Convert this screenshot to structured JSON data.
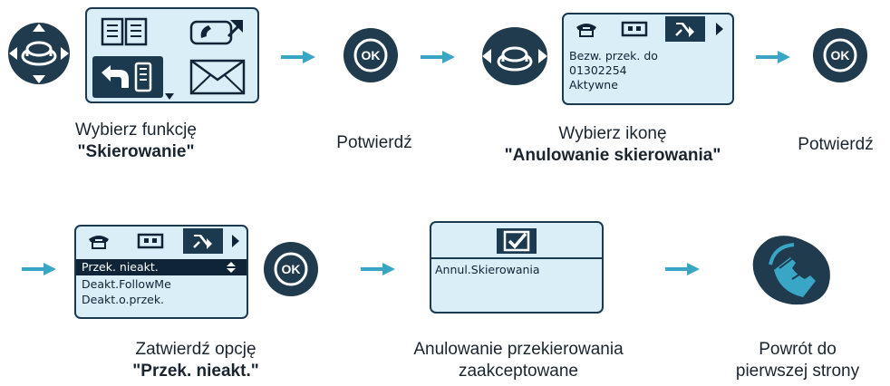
{
  "colors": {
    "lcd_bg": "#d9eef6",
    "lcd_border": "#1b3a4f",
    "key_dark": "#1f3b4d",
    "arrow": "#3aa6c6"
  },
  "icons": {
    "nav_key": "navigation-key-icon",
    "ok_key": "ok-key-icon",
    "hangup_key": "hangup-key-icon",
    "menu_directory": "directory-icon",
    "menu_calls": "calls-icon",
    "menu_forward": "forward-icon",
    "menu_message": "envelope-icon",
    "tab_phone": "phone-icon",
    "tab_voicemail": "voicemail-icon",
    "tab_forward": "forward-icon",
    "tab_more": "right-arrow-icon",
    "confirm": "checkmark-icon"
  },
  "step1": {
    "caption_line1": "Wybierz funkcję",
    "caption_bold": "\"Skierowanie\""
  },
  "step2": {
    "caption": "Potwierdź",
    "ok_label": "OK"
  },
  "step3": {
    "screen_lines": [
      "Bezw. przek. do",
      "01302254",
      "Aktywne"
    ],
    "caption_line1": "Wybierz ikonę",
    "caption_bold": "\"Anulowanie skierowania\""
  },
  "step4": {
    "caption": "Potwierdź",
    "ok_label": "OK"
  },
  "step5": {
    "selected_option": "Przek. nieakt.",
    "options": [
      "Deakt.FollowMe",
      "Deakt.o.przek."
    ],
    "caption_line1": "Zatwierdź opcję",
    "caption_bold": "\"Przek. nieakt.\""
  },
  "step6": {
    "ok_label": "OK"
  },
  "step7": {
    "screen_text": "Annul.Skierowania",
    "caption_line1": "Anulowanie przekierowania",
    "caption_line2": "zaakceptowane"
  },
  "step8": {
    "caption_line1": "Powrót do",
    "caption_line2": "pierwszej strony"
  }
}
